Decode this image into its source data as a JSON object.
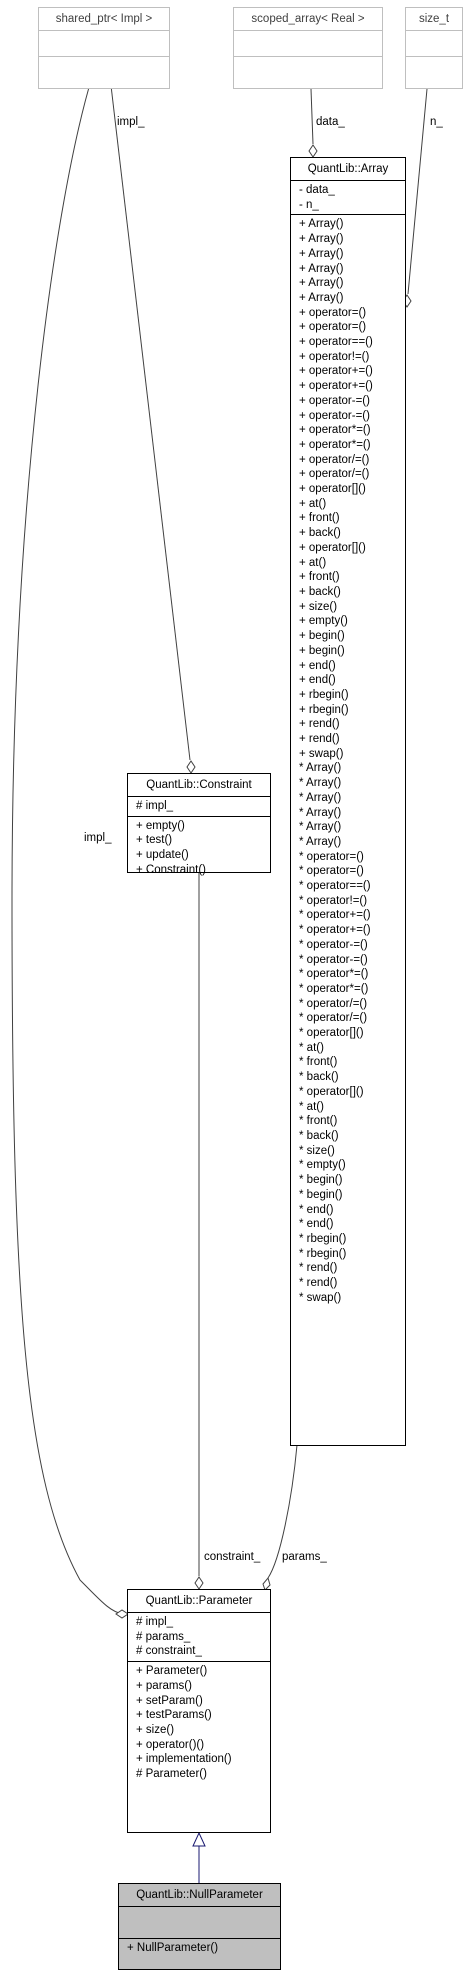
{
  "classes": {
    "shared_ptr": {
      "title": "shared_ptr< Impl >"
    },
    "scoped_array": {
      "title": "scoped_array< Real >"
    },
    "size_t": {
      "title": "size_t"
    },
    "array": {
      "title": "QuantLib::Array",
      "attributes": [
        "- data_",
        "- n_"
      ],
      "methods": [
        "+ Array()",
        "+ Array()",
        "+ Array()",
        "+ Array()",
        "+ Array()",
        "+ Array()",
        "+ operator=()",
        "+ operator=()",
        "+ operator==()",
        "+ operator!=()",
        "+ operator+=()",
        "+ operator+=()",
        "+ operator-=()",
        "+ operator-=()",
        "+ operator*=()",
        "+ operator*=()",
        "+ operator/=()",
        "+ operator/=()",
        "+ operator[]()",
        "+ at()",
        "+ front()",
        "+ back()",
        "+ operator[]()",
        "+ at()",
        "+ front()",
        "+ back()",
        "+ size()",
        "+ empty()",
        "+ begin()",
        "+ begin()",
        "+ end()",
        "+ end()",
        "+ rbegin()",
        "+ rbegin()",
        "+ rend()",
        "+ rend()",
        "+ swap()",
        "* Array()",
        "* Array()",
        "* Array()",
        "* Array()",
        "* Array()",
        "* Array()",
        "* operator=()",
        "* operator=()",
        "* operator==()",
        "* operator!=()",
        "* operator+=()",
        "* operator+=()",
        "* operator-=()",
        "* operator-=()",
        "* operator*=()",
        "* operator*=()",
        "* operator/=()",
        "* operator/=()",
        "* operator[]()",
        "* at()",
        "* front()",
        "* back()",
        "* operator[]()",
        "* at()",
        "* front()",
        "* back()",
        "* size()",
        "* empty()",
        "* begin()",
        "* begin()",
        "* end()",
        "* end()",
        "* rbegin()",
        "* rbegin()",
        "* rend()",
        "* rend()",
        "* swap()"
      ]
    },
    "constraint": {
      "title": "QuantLib::Constraint",
      "attributes": [
        "# impl_"
      ],
      "methods": [
        "+ empty()",
        "+ test()",
        "+ update()",
        "+ Constraint()"
      ]
    },
    "parameter": {
      "title": "QuantLib::Parameter",
      "attributes": [
        "# impl_",
        "# params_",
        "# constraint_"
      ],
      "methods": [
        "+ Parameter()",
        "+ params()",
        "+ setParam()",
        "+ testParams()",
        "+ size()",
        "+ operator()()",
        "+ implementation()",
        "# Parameter()"
      ]
    },
    "nullparameter": {
      "title": "QuantLib::NullParameter",
      "attributes": [],
      "methods": [
        "+ NullParameter()"
      ]
    }
  },
  "edge_labels": {
    "impl_top": "impl_",
    "data": "data_",
    "n": "n_",
    "impl_left": "impl_",
    "constraint": "constraint_",
    "params": "params_"
  },
  "colors": {
    "inheritance": "#191970",
    "hidden_border": "#bfbfbf",
    "highlight": "#bfbfbf"
  }
}
